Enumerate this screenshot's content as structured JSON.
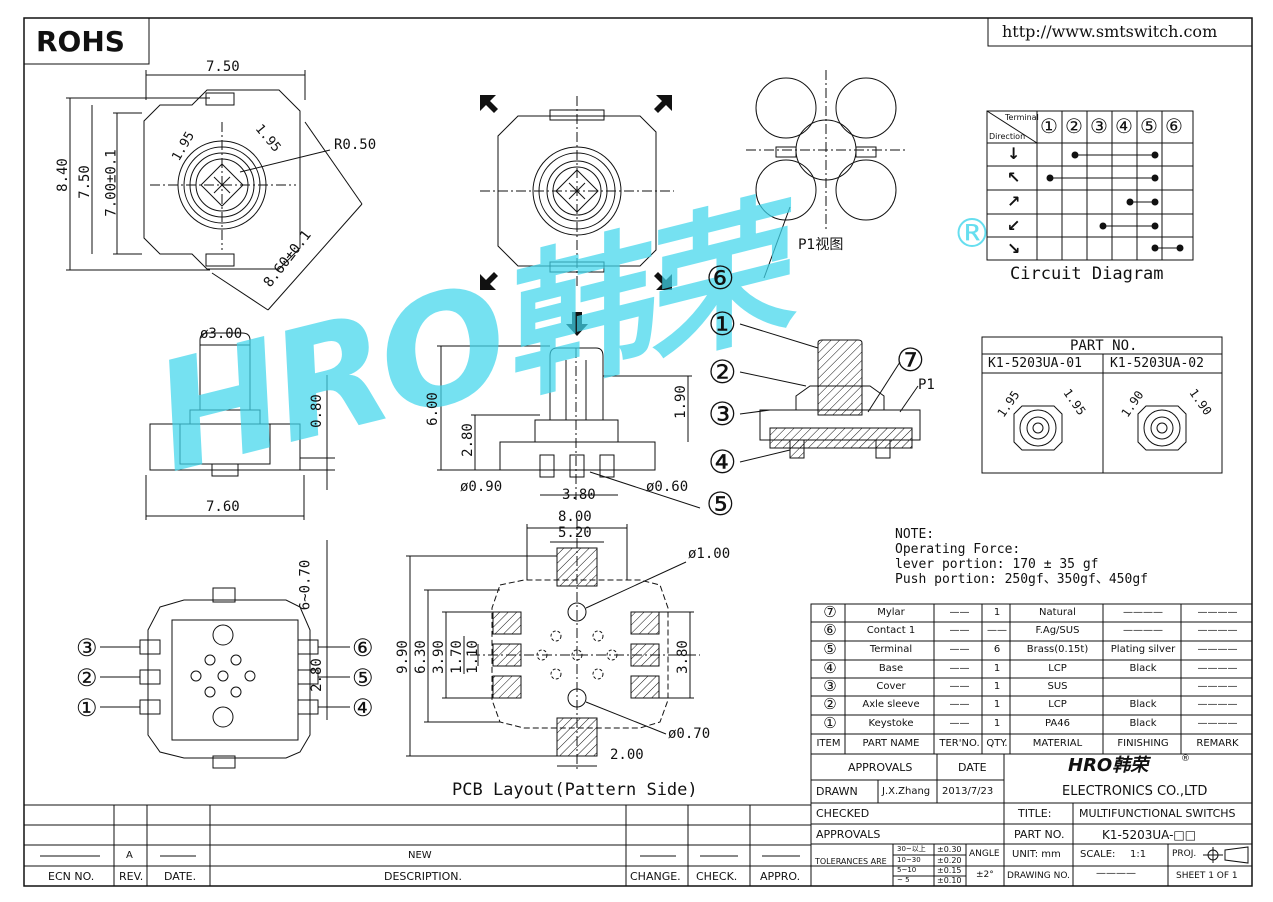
{
  "rohs": "ROHS",
  "url": "http://www.smtswitch.com",
  "brand_logo": "HRO韩荣",
  "registered": "®",
  "top_view": {
    "d1": "7.50",
    "d2": "8.40",
    "d3": "7.50",
    "d4": "7.00±0.1",
    "d5": "1.95",
    "d6": "1.95",
    "d7": "R0.50",
    "d8": "8.60±0.1"
  },
  "side_view": {
    "d1": "ø3.00",
    "d2": "0.80",
    "d3": "7.60"
  },
  "front_section": {
    "d1": "6.00",
    "d2": "2.80",
    "d3": "1.90",
    "d4": "ø0.90",
    "d5": "3.80",
    "d6": "ø0.60",
    "p1": "P1"
  },
  "p1_view_label": "P1视图",
  "callouts": [
    "①",
    "②",
    "③",
    "④",
    "⑤",
    "⑥",
    "⑦"
  ],
  "bottom_view": {
    "d1": "6~0.70",
    "d2": "2.80"
  },
  "pcb": {
    "d1": "8.00",
    "d2": "5.20",
    "d3": "ø1.00",
    "d4": "9.90",
    "d5": "6.30",
    "d6": "3.90",
    "d7": "1.70",
    "d8": "1.10",
    "d9": "3.80",
    "d10": "2.00",
    "d11": "ø0.70",
    "title": "PCB Layout(Pattern Side)"
  },
  "circuit": {
    "title": "Circuit Diagram",
    "header_top": "Terminal",
    "header_bottom": "Direction",
    "terminals": [
      "①",
      "②",
      "③",
      "④",
      "⑤",
      "⑥"
    ],
    "directions": [
      "↓",
      "↖",
      "↗",
      "↙",
      "↘"
    ],
    "connections": [
      [
        2,
        5
      ],
      [
        1,
        5
      ],
      [
        4,
        5
      ],
      [
        3,
        5
      ],
      [
        5,
        6
      ]
    ]
  },
  "part_no": {
    "title": "PART NO.",
    "p1": "K1-5203UA-01",
    "p2": "K1-5203UA-02",
    "a1": "1.95",
    "a2": "1.95",
    "b1": "1.90",
    "b2": "1.90"
  },
  "note": {
    "l1": "NOTE:",
    "l2": "Operating Force:",
    "l3": "lever portion: 170 ± 35 gf",
    "l4": "Push portion: 250gf、350gf、450gf"
  },
  "bom": {
    "rows": [
      {
        "no": "⑦",
        "name": "Mylar",
        "ter": "——",
        "qty": "1",
        "mat": "Natural",
        "fin": "————",
        "rem": "————"
      },
      {
        "no": "⑥",
        "name": "Contact 1",
        "ter": "——",
        "qty": "——",
        "mat": "F.Ag/SUS",
        "fin": "————",
        "rem": "————"
      },
      {
        "no": "⑤",
        "name": "Terminal",
        "ter": "——",
        "qty": "6",
        "mat": "Brass(0.15t)",
        "fin": "Plating silver",
        "rem": "————"
      },
      {
        "no": "④",
        "name": "Base",
        "ter": "——",
        "qty": "1",
        "mat": "LCP",
        "fin": "Black",
        "rem": "————"
      },
      {
        "no": "③",
        "name": "Cover",
        "ter": "——",
        "qty": "1",
        "mat": "SUS",
        "fin": "",
        "rem": "————"
      },
      {
        "no": "②",
        "name": "Axle sleeve",
        "ter": "——",
        "qty": "1",
        "mat": "LCP",
        "fin": "Black",
        "rem": "————"
      },
      {
        "no": "①",
        "name": "Keystoke",
        "ter": "——",
        "qty": "1",
        "mat": "PA46",
        "fin": "Black",
        "rem": "————"
      }
    ],
    "headers": [
      "ITEM",
      "PART NAME",
      "TER'NO.",
      "QTY.",
      "MATERIAL",
      "FINISHING",
      "REMARK"
    ]
  },
  "title_block": {
    "approvals": "APPROVALS",
    "date": "DATE",
    "drawn": "DRAWN",
    "drawn_by": "J.X.Zhang",
    "drawn_date": "2013/7/23",
    "company": "ELECTRONICS CO.,LTD",
    "checked": "CHECKED",
    "title_label": "TITLE:",
    "title": "MULTIFUNCTIONAL SWITCHS",
    "approvals2": "APPROVALS",
    "part_no_label": "PART NO.",
    "part_no": "K1-5203UA-□□",
    "tolerances": "TOLERANCES ARE",
    "tol_rows": [
      [
        "30~以上",
        "±0.30"
      ],
      [
        "10~30",
        "±0.20"
      ],
      [
        "5~10",
        "±0.15"
      ],
      [
        "~ 5",
        "±0.10"
      ]
    ],
    "angle": "ANGLE",
    "angle_val": "±2°",
    "unit": "UNIT: mm",
    "scale_label": "SCALE:",
    "scale": "1:1",
    "proj": "PROJ.",
    "drawing_no": "DRAWING NO.",
    "drawing_no_val": "————",
    "sheet": "SHEET  1 OF 1"
  },
  "revision": {
    "rev": "A",
    "desc": "NEW",
    "headers": [
      "ECN NO.",
      "REV.",
      "DATE.",
      "DESCRIPTION.",
      "CHANGE.",
      "CHECK.",
      "APPRO."
    ]
  }
}
